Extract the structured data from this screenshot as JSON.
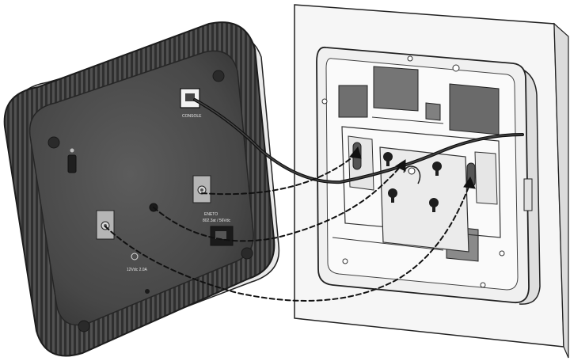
{
  "device": {
    "console_label": "CONSOLE",
    "entry_label": "ENETO",
    "entry_sublabel": "802.3at / 56Vdc",
    "power_label": "12Vdc 2.0A"
  },
  "colors": {
    "device_body": "#4a4a4a",
    "device_edge": "#2e2e2e",
    "wall": "#f4f4f4",
    "bracket": "#eeeeee",
    "outline": "#222222",
    "cutout": "#6f6f6f"
  }
}
